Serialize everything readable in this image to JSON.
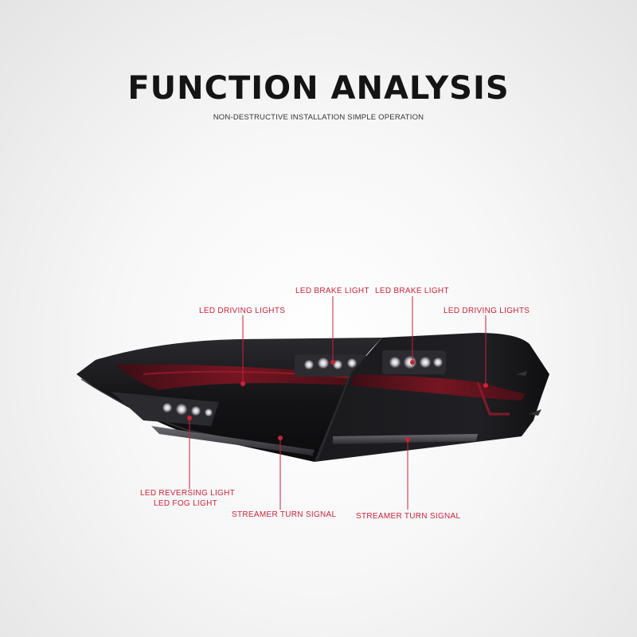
{
  "header": {
    "title": "FUNCTION ANALYSIS",
    "subtitle": "NON-DESTRUCTIVE INSTALLATION SIMPLE OPERATION"
  },
  "callouts": {
    "brake_left": "LED BRAKE LIGHT",
    "brake_right": "LED BRAKE LIGHT",
    "driving_left": "LED DRIVING LIGHTS",
    "driving_right": "LED DRIVING LIGHTS",
    "reversing": "LED REVERSING LIGHT",
    "fog": "LED FOG LIGHT",
    "streamer_left": "STREAMER TURN SIGNAL",
    "streamer_right": "STREAMER TURN SIGNAL"
  },
  "colors": {
    "accent": "#c8233a",
    "title": "#141414",
    "lamp_body": "#1c1b1e"
  }
}
